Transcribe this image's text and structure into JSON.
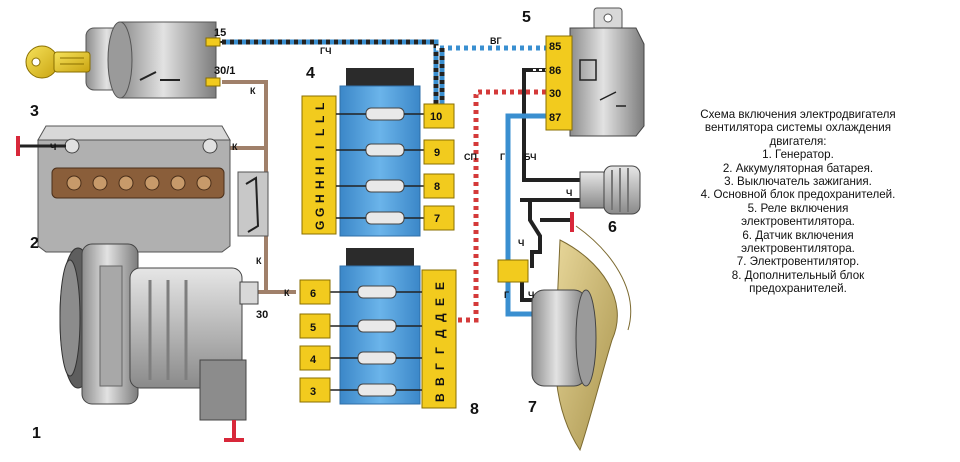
{
  "callouts": {
    "generator": "1",
    "battery": "2",
    "ignition_switch": "3",
    "main_fuse_block": "4",
    "fan_relay": "5",
    "fan_sensor": "6",
    "fan_motor": "7",
    "extra_fuse_block": "8"
  },
  "terminals": {
    "ignition_15": "15",
    "ignition_30_1": "30/1",
    "generator_30": "30"
  },
  "relay_pins": [
    "85",
    "86",
    "30",
    "87"
  ],
  "main_block": {
    "fuses": [
      "10",
      "9",
      "8",
      "7"
    ],
    "letters": [
      "L",
      "L",
      "L",
      "I",
      "I",
      "H",
      "H",
      "H",
      "G",
      "G"
    ]
  },
  "extra_block": {
    "fuses": [
      "6",
      "5",
      "4",
      "3"
    ],
    "letters": [
      "Е",
      "Е",
      "Д",
      "Д",
      "Г",
      "Г",
      "В",
      "В"
    ]
  },
  "wire_labels": {
    "gch": "ГЧ",
    "vg": "ВГ",
    "k_top": "К",
    "k_battery": "К",
    "k_side": "К",
    "k_gen": "К",
    "ch_battery": "Ч",
    "sp": "СП",
    "g_relay": "Г",
    "bch": "БЧ",
    "ch_sensor": "Ч",
    "ch_ground": "Ч",
    "g_motor": "Г",
    "ch_motor": "Ч"
  },
  "caption": {
    "title_lines": [
      "Схема включения электродвигателя",
      "вентилятора системы охлаждения",
      "двигателя:"
    ],
    "items": [
      "1. Генератор.",
      "2. Аккумуляторная батарея.",
      "3. Выключатель зажигания.",
      "4. Основной блок предохранителей.",
      "5. Реле включения",
      "электровентилятора.",
      "6. Датчик включения",
      "электровентилятора.",
      "7. Электровентилятор.",
      "8. Дополнительный блок",
      "предохранителей."
    ]
  },
  "colors": {
    "blue_wire": "#3a8fd0",
    "red_wire": "#d43a3a",
    "black_wire": "#222222",
    "brown_wire": "#a0806a",
    "fuse_yellow": "#f2cb1e",
    "fuse_body": "#4f9fdc",
    "ground_red": "#d8283a"
  }
}
